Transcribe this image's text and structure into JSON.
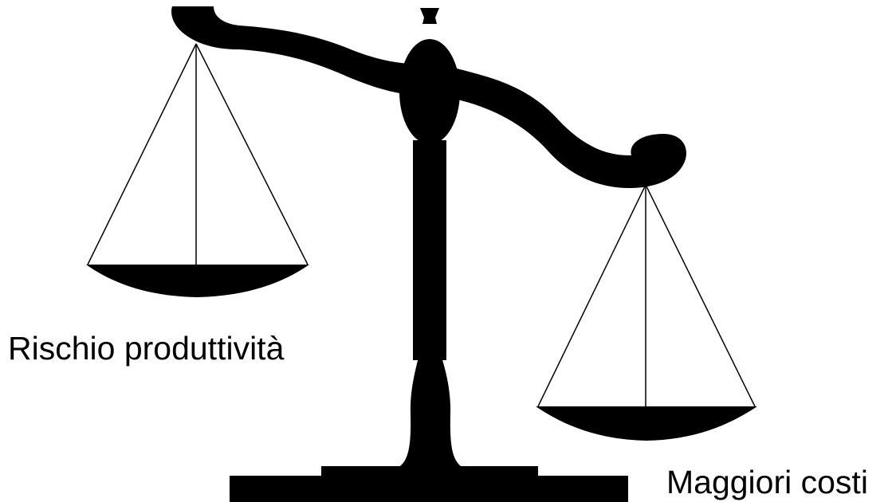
{
  "labels": {
    "left_pan": "Rischio produttività",
    "right_pan": "Maggiori costi"
  },
  "colors": {
    "background": "#ffffff",
    "ink": "#000000"
  },
  "state": {
    "heavier_side": "right"
  }
}
